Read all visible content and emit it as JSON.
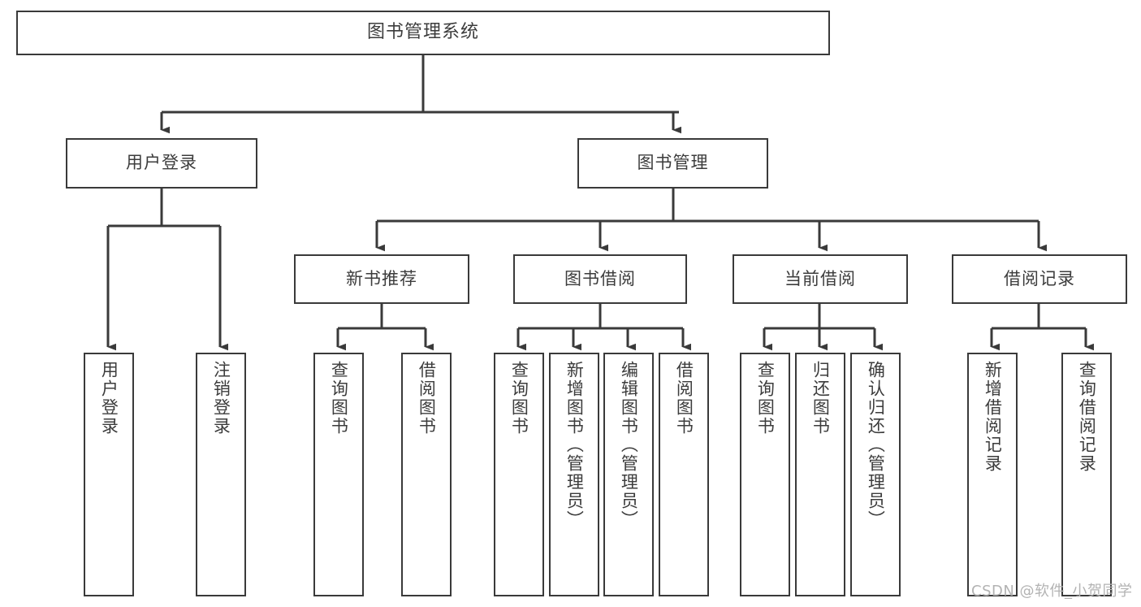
{
  "diagram": {
    "title": "图书管理系统",
    "type": "tree-hierarchy",
    "watermark": "CSDN @软件_小贺同学",
    "colors": {
      "stroke": "#3a3a3a",
      "fill": "#ffffff",
      "text": "#3c3c3c",
      "watermark": "#b3b3b3"
    },
    "root": {
      "label": "图书管理系统"
    },
    "level2": [
      {
        "id": "user-login",
        "label": "用户登录"
      },
      {
        "id": "book-manage",
        "label": "图书管理"
      }
    ],
    "level3": [
      {
        "id": "new-book-rec",
        "label": "新书推荐"
      },
      {
        "id": "book-borrow",
        "label": "图书借阅"
      },
      {
        "id": "current-borrow",
        "label": "当前借阅"
      },
      {
        "id": "borrow-record",
        "label": "借阅记录"
      }
    ],
    "leaves": {
      "user_login": [
        {
          "id": "leaf-user-login",
          "label": "用户登录"
        },
        {
          "id": "leaf-logout",
          "label": "注销登录"
        }
      ],
      "new_book_rec": [
        {
          "id": "leaf-query-book-1",
          "label": "查询图书"
        },
        {
          "id": "leaf-borrow-book-1",
          "label": "借阅图书"
        }
      ],
      "book_borrow": [
        {
          "id": "leaf-query-book-2",
          "label": "查询图书"
        },
        {
          "id": "leaf-add-book",
          "label": "新增图书（管理员）"
        },
        {
          "id": "leaf-edit-book",
          "label": "编辑图书（管理员）"
        },
        {
          "id": "leaf-borrow-book-2",
          "label": "借阅图书"
        }
      ],
      "current_borrow": [
        {
          "id": "leaf-query-book-3",
          "label": "查询图书"
        },
        {
          "id": "leaf-return-book",
          "label": "归还图书"
        },
        {
          "id": "leaf-confirm-return",
          "label": "确认归还（管理员）"
        }
      ],
      "borrow_record": [
        {
          "id": "leaf-add-record",
          "label": "新增借阅记录"
        },
        {
          "id": "leaf-query-record",
          "label": "查询借阅记录"
        }
      ]
    }
  }
}
